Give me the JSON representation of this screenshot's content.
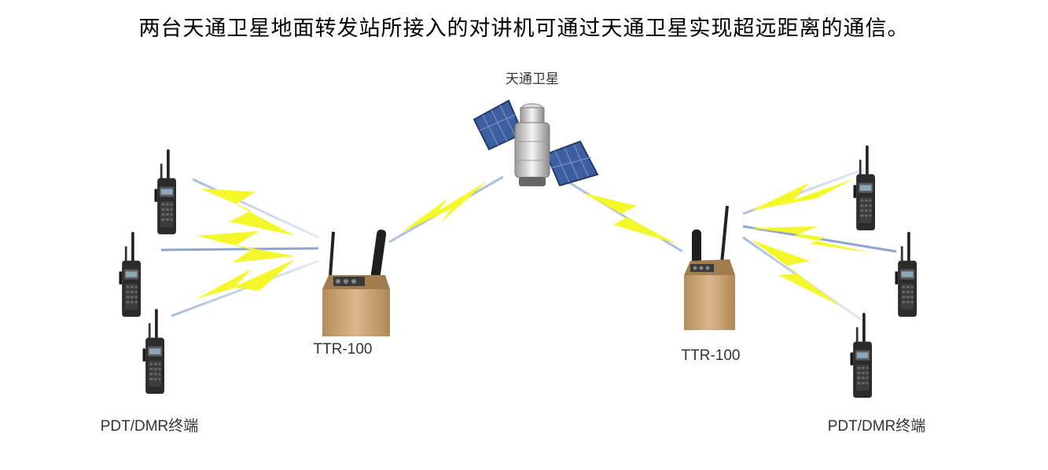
{
  "caption": "两台天通卫星地面转发站所接入的对讲机可通过天通卫星实现超远距离的通信。",
  "nodes": {
    "satellite": {
      "label": "天通卫星",
      "icon": "satellite-icon"
    },
    "station_left": {
      "label": "TTR-100",
      "icon": "relay-station-icon"
    },
    "station_right": {
      "label": "TTR-100",
      "icon": "relay-station-icon"
    },
    "terminals_left": {
      "label": "PDT/DMR终端",
      "icon": "walkie-talkie-icon",
      "count": 3
    },
    "terminals_right": {
      "label": "PDT/DMR终端",
      "icon": "walkie-talkie-icon",
      "count": 3
    }
  },
  "colors": {
    "lightning": "#f4f72a",
    "beam": "#9fb4d6",
    "station_body": "#c9a679",
    "radio_body": "#2b2b2b",
    "solar_panel": "#3d5fa0"
  }
}
